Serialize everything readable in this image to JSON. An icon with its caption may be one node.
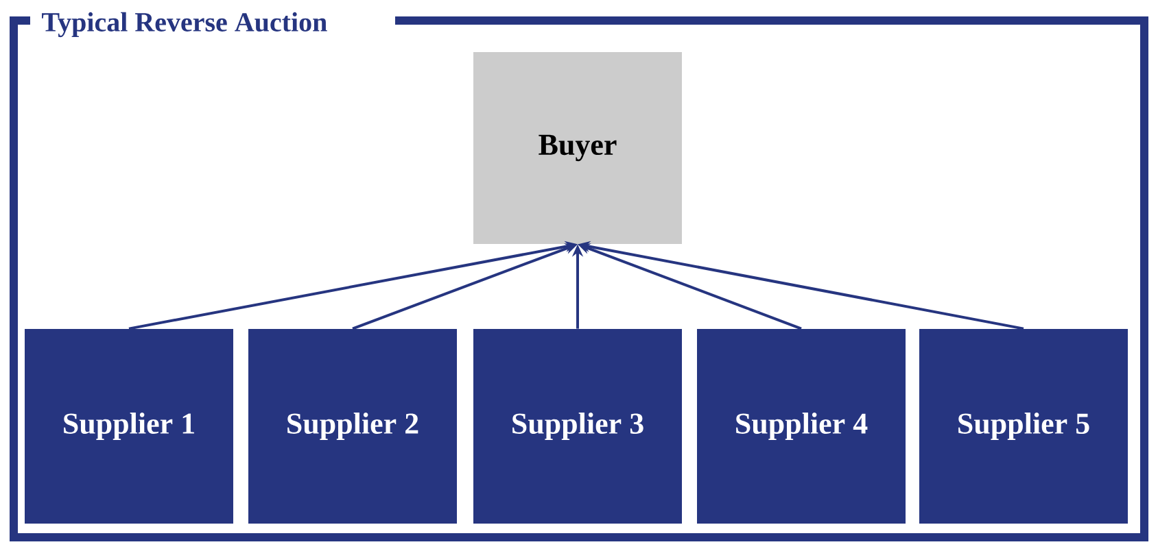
{
  "diagram": {
    "title": "Typical Reverse Auction",
    "nodes": [
      {
        "text": [
          "Buyer"
        ]
      },
      {
        "text": [
          "Supplier 1"
        ]
      },
      {
        "text": [
          "Supplier 2"
        ]
      },
      {
        "text": [
          "Supplier 3"
        ]
      },
      {
        "text": [
          "Supplier 4"
        ]
      },
      {
        "text": [
          "Supplier 5"
        ]
      }
    ],
    "edges": [
      {
        "from": 1,
        "to": 0,
        "arrow": "to"
      },
      {
        "from": 2,
        "to": 0,
        "arrow": "to"
      },
      {
        "from": 3,
        "to": 0,
        "arrow": "to"
      },
      {
        "from": 4,
        "to": 0,
        "arrow": "to"
      },
      {
        "from": 5,
        "to": 0,
        "arrow": "to"
      }
    ]
  }
}
